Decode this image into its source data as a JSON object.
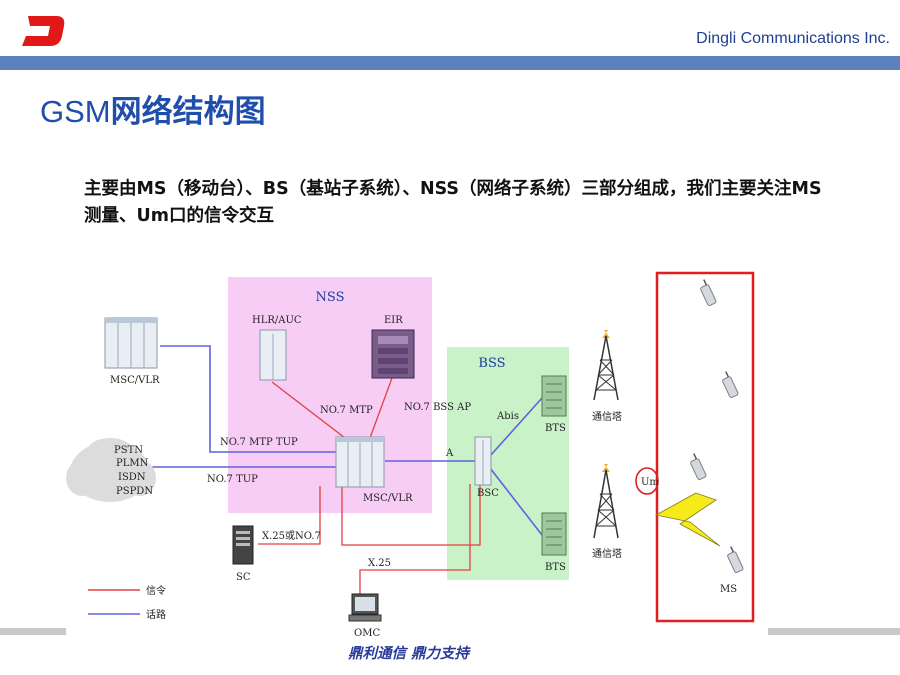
{
  "header": {
    "company": "Dingli Communications Inc."
  },
  "title": {
    "latin": "GSM",
    "cjk": "网络结构图"
  },
  "subtitle": "主要由MS（移动台）、BS（基站子系统）、NSS（网络子系统）三部分组成，我们主要关注MS测量、Um口的信令交互",
  "diagram": {
    "nss_label": "NSS",
    "bss_label": "BSS",
    "hlr_auc": "HLR/AUC",
    "eir": "EIR",
    "msc_vlr_left": "MSC/VLR",
    "msc_vlr_center": "MSC/VLR",
    "cloud_lines": [
      "PSTN",
      "PLMN",
      "ISDN",
      "PSPDN"
    ],
    "link_mtp_tup": "NO.7 MTP TUP",
    "link_tup": "NO.7 TUP",
    "link_mtp": "NO.7 MTP",
    "link_bss_ap": "NO.7 BSS AP",
    "link_a": "A",
    "link_abis": "Abis",
    "bsc": "BSC",
    "bts_top": "BTS",
    "bts_bottom": "BTS",
    "tower_top": "通信塔",
    "tower_bottom": "通信塔",
    "um": "Um",
    "ms": "MS",
    "sc": "SC",
    "omc": "OMC",
    "link_x25_no7": "X.25或NO.7",
    "link_x25": "X.25",
    "legend_signal": "信令",
    "legend_voice": "话路"
  },
  "colors": {
    "signal_line": "#e04040",
    "voice_line": "#6060e0",
    "nss_bg": "#f7cdf5",
    "bss_bg": "#c9f2c9",
    "ms_frame": "#e02020"
  },
  "footer": {
    "slogan": "鼎利通信  鼎力支持"
  }
}
